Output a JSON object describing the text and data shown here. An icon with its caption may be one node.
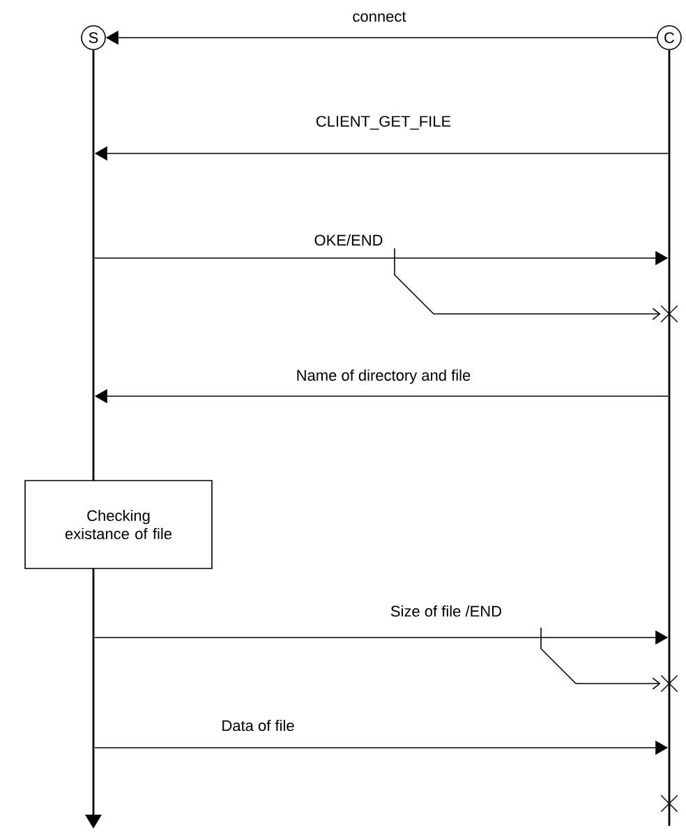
{
  "diagram": {
    "nodes": [
      {
        "text": [
          "S"
        ]
      },
      {
        "text": [
          "C"
        ]
      },
      {
        "text": [],
        "shape": "bar"
      },
      {
        "text": [],
        "shape": "bar"
      },
      {
        "text": [
          "Checking existance of file"
        ]
      },
      {
        "text": [],
        "shape": "cross"
      },
      {
        "text": [],
        "shape": "cross"
      },
      {
        "text": [],
        "shape": "cross"
      }
    ],
    "edges": [
      {
        "from": 1,
        "to": 0,
        "arrow": "to",
        "label": "connect"
      },
      {
        "from": 3,
        "to": 2,
        "arrow": "to",
        "label": "CLIENT_GET_FILE"
      },
      {
        "from": 2,
        "to": 3,
        "arrow": "to",
        "label": "OKE/END"
      },
      {
        "from": null,
        "to": 5,
        "arrow": "to"
      },
      {
        "from": 3,
        "to": 2,
        "arrow": "to",
        "label": "Name of directory and file"
      },
      {
        "from": 2,
        "to": 3,
        "arrow": "to",
        "label": "Size of file /END"
      },
      {
        "from": null,
        "to": 6,
        "arrow": "to"
      },
      {
        "from": 2,
        "to": 3,
        "arrow": "to",
        "label": "Data of file"
      }
    ]
  }
}
